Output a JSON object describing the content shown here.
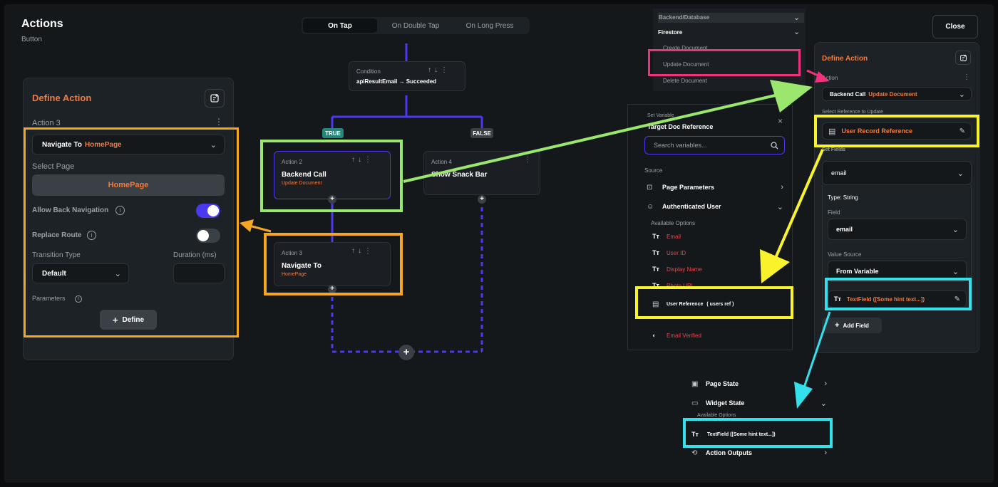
{
  "header": {
    "title": "Actions",
    "subtitle": "Button",
    "close_label": "Close"
  },
  "tabs": [
    {
      "label": "On Tap",
      "active": true
    },
    {
      "label": "On Double Tap",
      "active": false
    },
    {
      "label": "On Long Press",
      "active": false
    }
  ],
  "left_panel": {
    "title": "Define Action",
    "action_label": "Action 3",
    "navigate_prefix": "Navigate To",
    "navigate_target": "HomePage",
    "select_page_label": "Select Page",
    "page_value": "HomePage",
    "allow_back_label": "Allow Back Navigation",
    "allow_back_on": true,
    "replace_route_label": "Replace Route",
    "replace_route_on": false,
    "transition_label": "Transition Type",
    "transition_value": "Default",
    "duration_label": "Duration (ms)",
    "duration_value": "",
    "parameters_label": "Parameters",
    "define_label": "Define"
  },
  "flow": {
    "condition_label": "Condition",
    "condition_value": "apiResultEmail → Succeeded",
    "true_label": "TRUE",
    "false_label": "FALSE",
    "action2": {
      "num": "Action 2",
      "title": "Backend Call",
      "sub": "Update Document"
    },
    "action3": {
      "num": "Action 3",
      "title": "Navigate To",
      "sub": "HomePage"
    },
    "action4": {
      "num": "Action 4",
      "title": "Show Snack Bar"
    }
  },
  "backend_menu": {
    "section": "Backend/Database",
    "group": "Firestore",
    "items": [
      "Create Document",
      "Update Document",
      "Delete Document"
    ]
  },
  "set_variable": {
    "small_label": "Set Variable",
    "title": "Target Doc Reference",
    "search_placeholder": "Search variables...",
    "source_label": "Source",
    "page_parameters": "Page Parameters",
    "authenticated_user": "Authenticated User",
    "available_options": "Available Options",
    "options": [
      "Email",
      "User ID",
      "Display Name",
      "Photo URL"
    ],
    "user_reference": "User Reference",
    "user_reference_suffix": "( users ref )",
    "email_verified": "Email Verified"
  },
  "right_panel": {
    "title": "Define Action",
    "action_label": "Action",
    "backend_prefix": "Backend Call",
    "backend_value": "Update Document",
    "select_ref_label": "Select Reference to Update",
    "ref_value": "User Record Reference",
    "set_fields_label": "Set Fields",
    "field_name": "email",
    "type_label": "Type: String",
    "field_label": "Field",
    "field_value": "email",
    "value_source_label": "Value Source",
    "value_source": "From Variable",
    "textfield_value": "TextField ([Some hint text...])",
    "add_field_label": "Add Field"
  },
  "widget_menu": {
    "page_state": "Page State",
    "widget_state": "Widget State",
    "available_options": "Available Options",
    "textfield": "TextField ([Some hint text...])",
    "action_outputs": "Action Outputs"
  },
  "colors": {
    "accent": "#f07b3f",
    "purple": "#4b39ef",
    "orange_box": "#f5a623",
    "green_box": "#9be76d",
    "yellow_box": "#f8f32b",
    "cyan_box": "#33e1ed",
    "pink_box": "#f0317d"
  }
}
